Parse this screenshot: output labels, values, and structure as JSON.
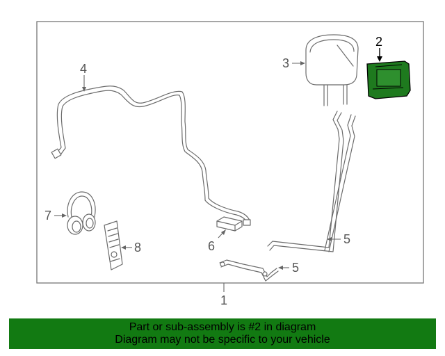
{
  "callouts": {
    "c1": "1",
    "c2": "2",
    "c3": "3",
    "c4": "4",
    "c5a": "5",
    "c5b": "5",
    "c6": "6",
    "c7": "7",
    "c8": "8"
  },
  "highlighted_part": "2",
  "colors": {
    "highlight": "#1e7a1e",
    "banner": "#127a12",
    "linework": "#6b6b6b"
  },
  "banner": {
    "line1": "Part or sub-assembly is #2 in diagram",
    "line2": "Diagram may not be specific to your vehicle"
  }
}
